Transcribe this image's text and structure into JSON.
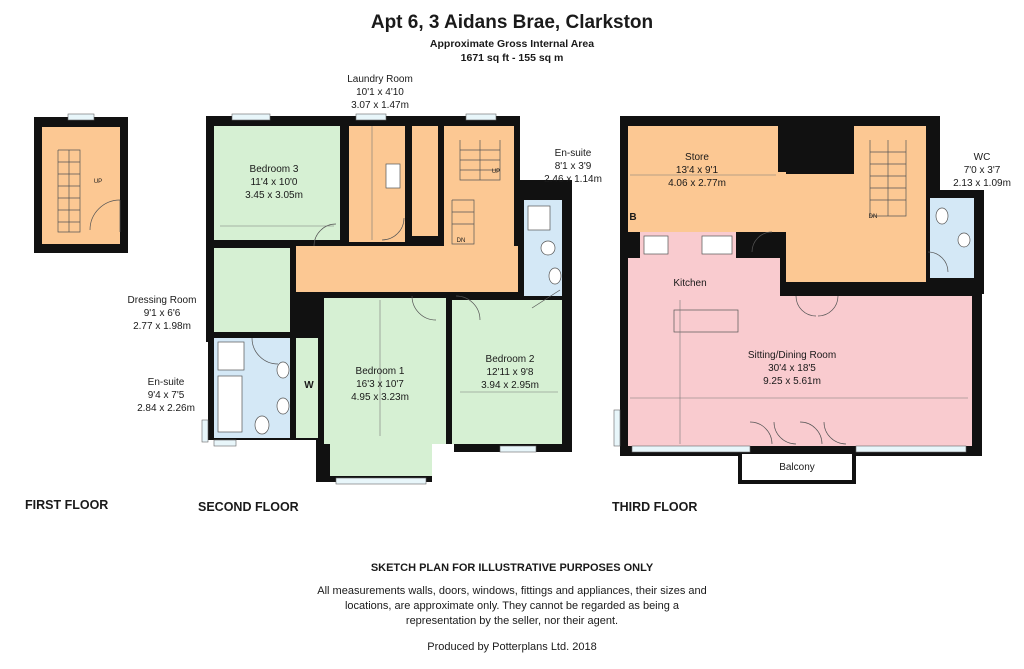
{
  "header": {
    "title": "Apt 6, 3 Aidans Brae, Clarkston",
    "subtitle": "Approximate Gross Internal Area",
    "area": "1671 sq ft - 155 sq m"
  },
  "floors": {
    "first": "FIRST FLOOR",
    "second": "SECOND FLOOR",
    "third": "THIRD FLOOR"
  },
  "rooms": {
    "laundry": {
      "name": "Laundry Room",
      "imperial": "10'1 x 4'10",
      "metric": "3.07 x 1.47m"
    },
    "bedroom3": {
      "name": "Bedroom 3",
      "imperial": "11'4 x 10'0",
      "metric": "3.45 x 3.05m"
    },
    "ensuite_top": {
      "name": "En-suite",
      "imperial": "8'1 x 3'9",
      "metric": "2.46 x 1.14m"
    },
    "dressing": {
      "name": "Dressing Room",
      "imperial": "9'1 x 6'6",
      "metric": "2.77 x 1.98m"
    },
    "ensuite_left": {
      "name": "En-suite",
      "imperial": "9'4 x 7'5",
      "metric": "2.84 x 2.26m"
    },
    "bedroom1": {
      "name": "Bedroom 1",
      "imperial": "16'3 x 10'7",
      "metric": "4.95 x 3.23m"
    },
    "bedroom2": {
      "name": "Bedroom 2",
      "imperial": "12'11 x 9'8",
      "metric": "3.94 x 2.95m"
    },
    "store": {
      "name": "Store",
      "imperial": "13'4 x 9'1",
      "metric": "4.06 x 2.77m"
    },
    "wc": {
      "name": "WC",
      "imperial": "7'0 x 3'7",
      "metric": "2.13 x 1.09m"
    },
    "kitchen": {
      "name": "Kitchen"
    },
    "sitting": {
      "name": "Sitting/Dining Room",
      "imperial": "30'4 x 18'5",
      "metric": "9.25 x 5.61m"
    },
    "balcony": {
      "name": "Balcony"
    }
  },
  "marks": {
    "up": "UP",
    "down": "DN",
    "wardrobe": "W",
    "boiler": "B"
  },
  "footer": {
    "heading": "SKETCH PLAN FOR ILLUSTRATIVE PURPOSES ONLY",
    "line1": "All measurements walls, doors, windows, fittings and appliances, their sizes and",
    "line2": "locations, are approximate only. They cannot be regarded as being a",
    "line3": "representation by the seller, nor their agent.",
    "credit": "Produced by Potterplans Ltd. 2018"
  },
  "colors": {
    "wall": "#111111",
    "room_orange": "#fcc893",
    "room_green": "#d6f0d3",
    "room_blue": "#d4e8f6",
    "room_pink": "#f9cbcf",
    "window": "#e8f6fa"
  }
}
